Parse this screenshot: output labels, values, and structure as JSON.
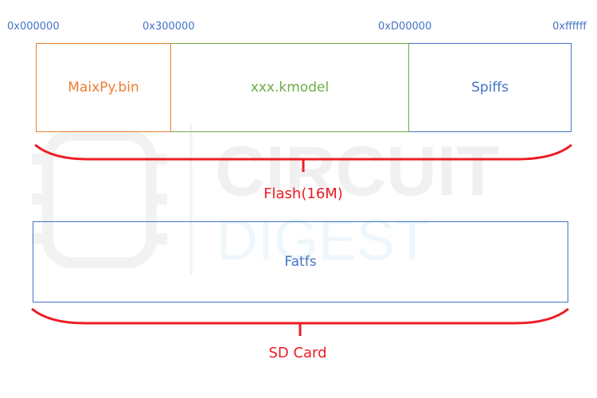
{
  "addresses": {
    "a0": "0x000000",
    "a1": "0x300000",
    "a2": "0xD00000",
    "a3": "0xffffff"
  },
  "flash_segments": {
    "maixpy": "MaixPy.bin",
    "kmodel": "xxx.kmodel",
    "spiffs": "Spiffs"
  },
  "flash_label": "Flash(16M)",
  "sd_segment": "Fatfs",
  "sd_label": "SD Card",
  "watermark": {
    "line1": "CIRCUIT",
    "line2": "DIGEST"
  },
  "colors": {
    "orange": "#ed7d31",
    "green": "#70ad47",
    "blue": "#4472c4",
    "red": "#ed1c24"
  }
}
